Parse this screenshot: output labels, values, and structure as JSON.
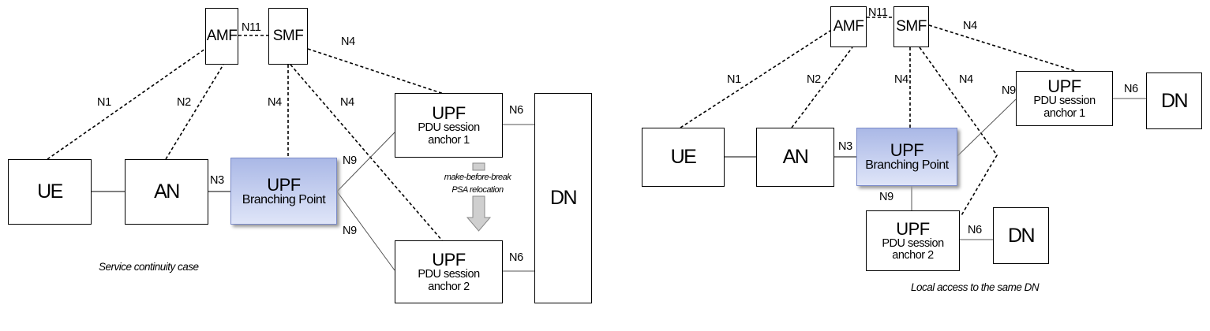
{
  "left": {
    "caption": "Service continuity case",
    "nodes": {
      "amf": "AMF",
      "smf": "SMF",
      "ue": "UE",
      "an": "AN",
      "upf_bp": {
        "title": "UPF",
        "subtitle": "Branching Point"
      },
      "upf_psa1": {
        "title": "UPF",
        "line1": "PDU session",
        "line2": "anchor 1"
      },
      "upf_psa2": {
        "title": "UPF",
        "line1": "PDU session",
        "line2": "anchor 2"
      },
      "dn": "DN"
    },
    "relocation_note": {
      "line1": "make-before-break",
      "line2": "PSA relocation"
    },
    "interfaces": {
      "n1": "N1",
      "n2": "N2",
      "n3": "N3",
      "n11": "N11",
      "n4_bp": "N4",
      "n4_psa2": "N4",
      "n4_psa1": "N4",
      "n9_psa1": "N9",
      "n9_psa2": "N9",
      "n6_psa1": "N6",
      "n6_psa2": "N6"
    }
  },
  "right": {
    "caption": "Local access to the same DN",
    "nodes": {
      "amf": "AMF",
      "smf": "SMF",
      "ue": "UE",
      "an": "AN",
      "upf_bp": {
        "title": "UPF",
        "subtitle": "Branching Point"
      },
      "upf_psa1": {
        "title": "UPF",
        "line1": "PDU session",
        "line2": "anchor 1"
      },
      "upf_psa2": {
        "title": "UPF",
        "line1": "PDU session",
        "line2": "anchor 2"
      },
      "dn1": "DN",
      "dn2": "DN"
    },
    "interfaces": {
      "n1": "N1",
      "n2": "N2",
      "n3": "N3",
      "n11": "N11",
      "n4_bp": "N4",
      "n4_psa2": "N4",
      "n4_psa1": "N4",
      "n9_psa1": "N9",
      "n9_psa2": "N9",
      "n6_psa1": "N6",
      "n6_psa2": "N6"
    }
  },
  "colors": {
    "line": "#000000",
    "branching_point_fill": "#c3cdf0",
    "arrow_fill": "#cfcfcf"
  }
}
